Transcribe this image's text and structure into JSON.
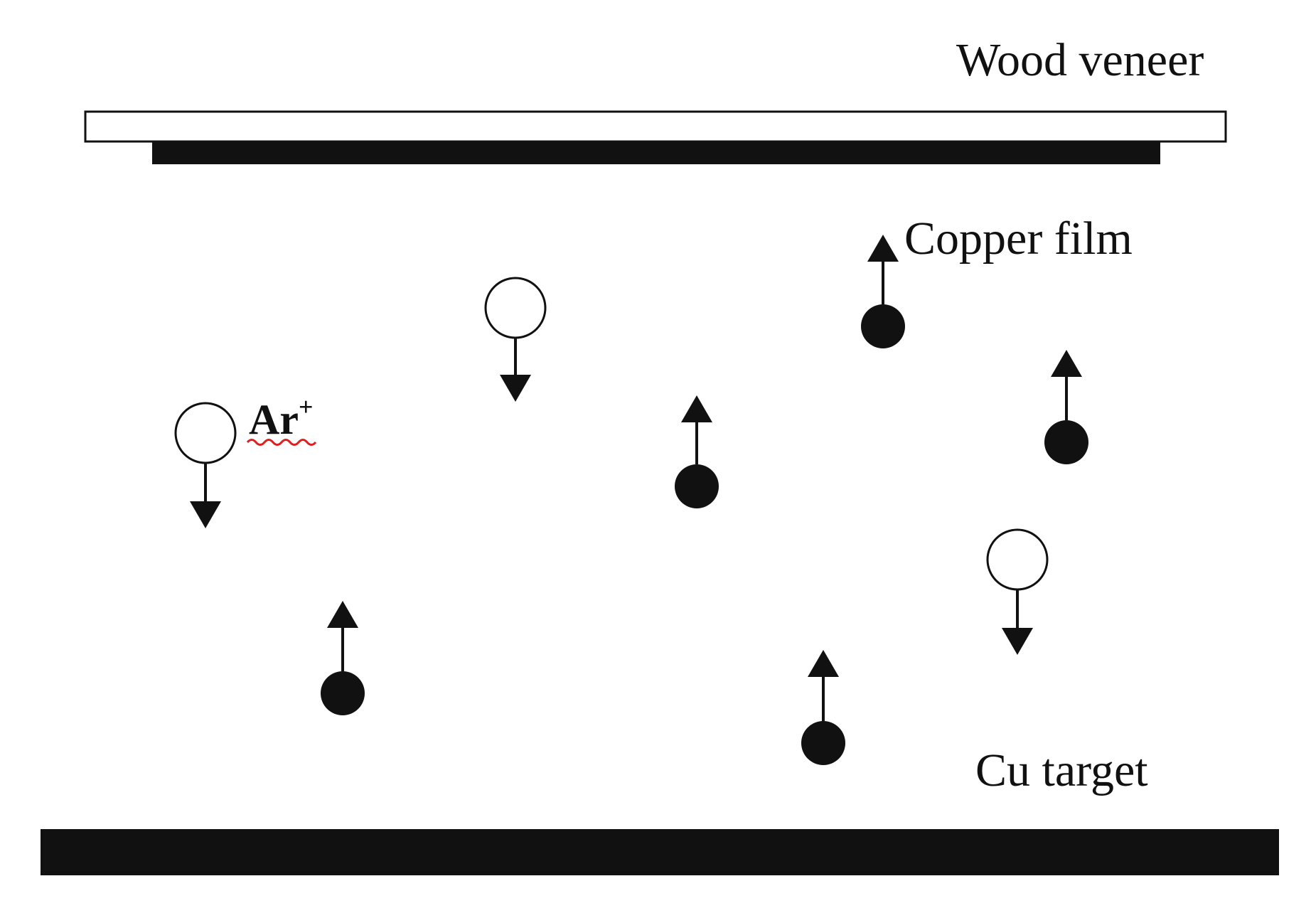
{
  "labels": {
    "wood_veneer": "Wood veneer",
    "copper_film": "Copper film",
    "ar_ion_base": "Ar",
    "ar_ion_sup": "+",
    "cu_target": "Cu target"
  },
  "colors": {
    "ink": "#111111",
    "background": "#ffffff",
    "spellcheck_underline": "#e02020"
  },
  "legend_semantics": {
    "hollow_circle_down_arrow": "argon-ion",
    "filled_circle_up_arrow": "sputtered-copper-atom"
  }
}
